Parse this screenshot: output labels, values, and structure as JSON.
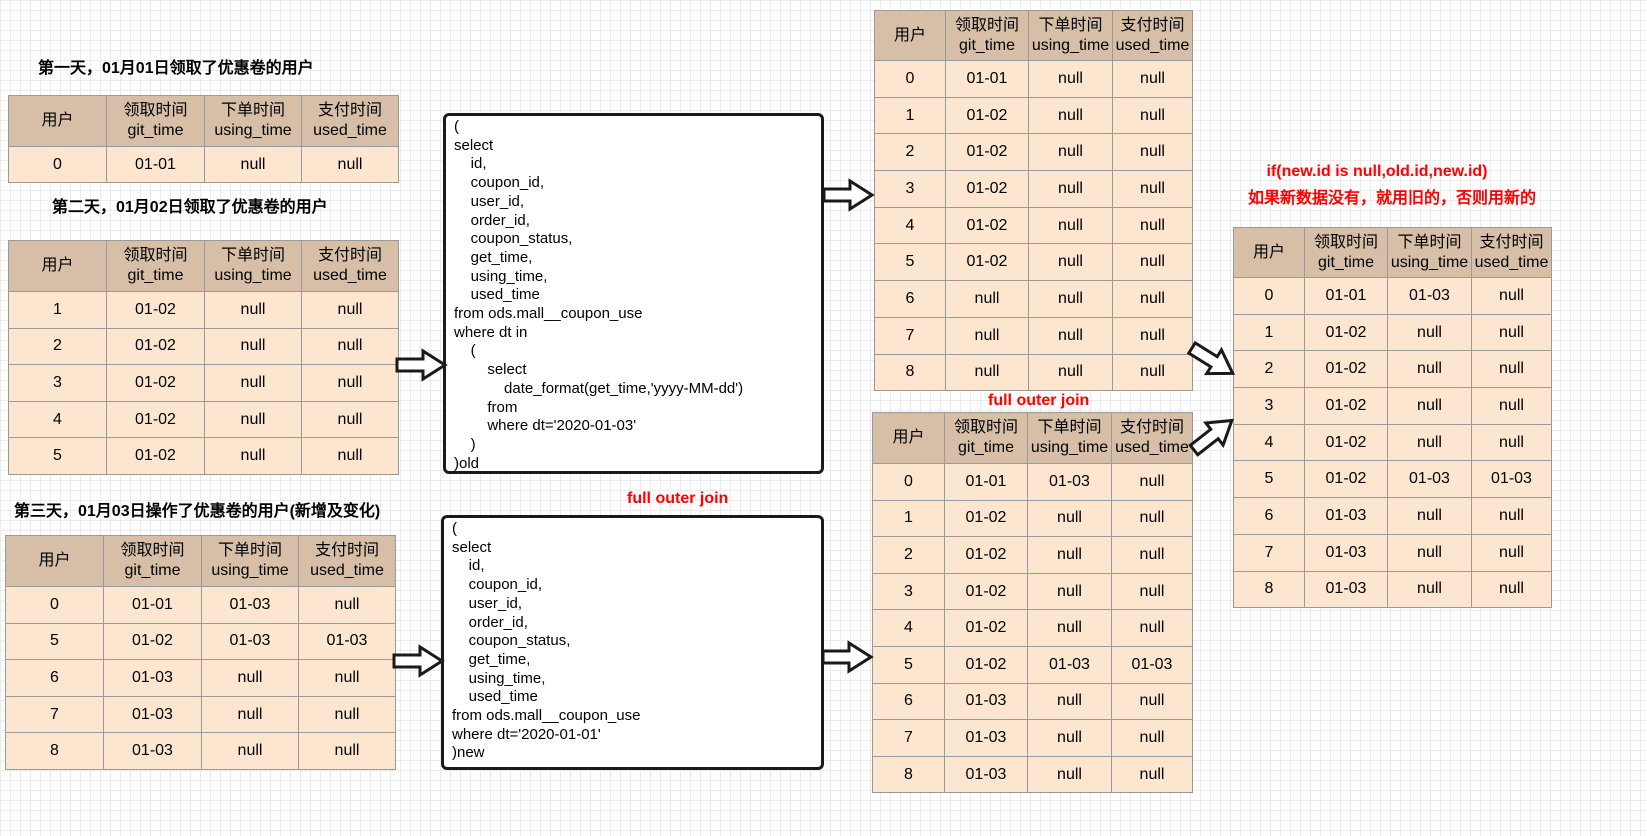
{
  "headers": [
    {
      "zh": "用户",
      "en": ""
    },
    {
      "zh": "领取时间",
      "en": "git_time"
    },
    {
      "zh": "下单时间",
      "en": "using_time"
    },
    {
      "zh": "支付时间",
      "en": "used_time"
    }
  ],
  "labels": {
    "day1": "第一天，01月01日领取了优惠卷的用户",
    "day2": "第二天，01月02日领取了优惠卷的用户",
    "day3": "第三天，01月03日操作了优惠卷的用户(新增及变化)",
    "join_top": "full outer join",
    "join_bottom": "full outer join",
    "rule_line1": "if(new.id is null,old.id,new.id)",
    "rule_line2": "如果新数据没有，就用旧的，否则用新的"
  },
  "tables": {
    "day1": [
      [
        "0",
        "01-01",
        "null",
        "null"
      ]
    ],
    "day2": [
      [
        "1",
        "01-02",
        "null",
        "null"
      ],
      [
        "2",
        "01-02",
        "null",
        "null"
      ],
      [
        "3",
        "01-02",
        "null",
        "null"
      ],
      [
        "4",
        "01-02",
        "null",
        "null"
      ],
      [
        "5",
        "01-02",
        "null",
        "null"
      ]
    ],
    "day3": [
      [
        "0",
        "01-01",
        "01-03",
        "null"
      ],
      [
        "5",
        "01-02",
        "01-03",
        "01-03"
      ],
      [
        "6",
        "01-03",
        "null",
        "null"
      ],
      [
        "7",
        "01-03",
        "null",
        "null"
      ],
      [
        "8",
        "01-03",
        "null",
        "null"
      ]
    ],
    "old": [
      [
        "0",
        "01-01",
        "null",
        "null"
      ],
      [
        "1",
        "01-02",
        "null",
        "null"
      ],
      [
        "2",
        "01-02",
        "null",
        "null"
      ],
      [
        "3",
        "01-02",
        "null",
        "null"
      ],
      [
        "4",
        "01-02",
        "null",
        "null"
      ],
      [
        "5",
        "01-02",
        "null",
        "null"
      ],
      [
        "6",
        "null",
        "null",
        "null"
      ],
      [
        "7",
        "null",
        "null",
        "null"
      ],
      [
        "8",
        "null",
        "null",
        "null"
      ]
    ],
    "new": [
      [
        "0",
        "01-01",
        "01-03",
        "null"
      ],
      [
        "1",
        "01-02",
        "null",
        "null"
      ],
      [
        "2",
        "01-02",
        "null",
        "null"
      ],
      [
        "3",
        "01-02",
        "null",
        "null"
      ],
      [
        "4",
        "01-02",
        "null",
        "null"
      ],
      [
        "5",
        "01-02",
        "01-03",
        "01-03"
      ],
      [
        "6",
        "01-03",
        "null",
        "null"
      ],
      [
        "7",
        "01-03",
        "null",
        "null"
      ],
      [
        "8",
        "01-03",
        "null",
        "null"
      ]
    ],
    "result": [
      [
        "0",
        "01-01",
        "01-03",
        "null"
      ],
      [
        "1",
        "01-02",
        "null",
        "null"
      ],
      [
        "2",
        "01-02",
        "null",
        "null"
      ],
      [
        "3",
        "01-02",
        "null",
        "null"
      ],
      [
        "4",
        "01-02",
        "null",
        "null"
      ],
      [
        "5",
        "01-02",
        "01-03",
        "01-03"
      ],
      [
        "6",
        "01-03",
        "null",
        "null"
      ],
      [
        "7",
        "01-03",
        "null",
        "null"
      ],
      [
        "8",
        "01-03",
        "null",
        "null"
      ]
    ]
  },
  "code_old": [
    "(",
    "select",
    "    id,",
    "    coupon_id,",
    "    user_id,",
    "    order_id,",
    "    coupon_status,",
    "    get_time,",
    "    using_time,",
    "    used_time",
    "from ods.mall__coupon_use",
    "where dt in",
    "    (",
    "        select",
    "            date_format(get_time,'yyyy-MM-dd')",
    "        from",
    "        where dt='2020-01-03'",
    "    )",
    ")old"
  ],
  "code_new": [
    "(",
    "select",
    "    id,",
    "    coupon_id,",
    "    user_id,",
    "    order_id,",
    "    coupon_status,",
    "    get_time,",
    "    using_time,",
    "    used_time",
    "from ods.mall__coupon_use",
    "where dt='2020-01-01'",
    ")new"
  ]
}
